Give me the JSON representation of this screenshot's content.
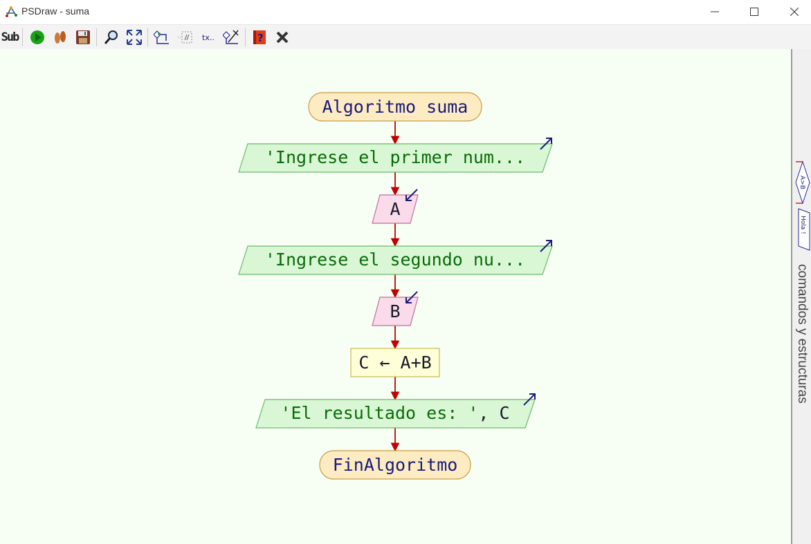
{
  "window": {
    "title": "PSDraw - suma",
    "controls": [
      "minimize",
      "maximize",
      "close"
    ]
  },
  "toolbar": {
    "items": [
      {
        "name": "subprocess-button",
        "label": "Sub",
        "icon": "sub-text-icon"
      },
      {
        "name": "run-button",
        "icon": "play-icon"
      },
      {
        "name": "step-button",
        "icon": "footprints-icon"
      },
      {
        "name": "save-button",
        "icon": "floppy-disk-icon"
      },
      {
        "name": "zoom-button",
        "icon": "magnifier-icon"
      },
      {
        "name": "fit-button",
        "icon": "expand-arrows-icon"
      },
      {
        "name": "flowchart-style-button",
        "icon": "flowchart-arrows-icon"
      },
      {
        "name": "comment-button",
        "icon": "dotted-box-icon"
      },
      {
        "name": "text-button",
        "icon": "text-icon",
        "label": "tx.."
      },
      {
        "name": "delete-arrow-button",
        "icon": "crossed-flow-icon"
      },
      {
        "name": "help-button",
        "icon": "question-book-icon"
      },
      {
        "name": "close-diagram-button",
        "icon": "x-icon"
      }
    ]
  },
  "flowchart": {
    "start": "Algoritmo suma",
    "steps": [
      {
        "type": "output",
        "text": "'Ingrese el primer num..."
      },
      {
        "type": "input",
        "text": "A"
      },
      {
        "type": "output",
        "text": "'Ingrese el segundo nu..."
      },
      {
        "type": "input",
        "text": "B"
      },
      {
        "type": "assign",
        "text": "C ← A+B"
      },
      {
        "type": "output",
        "text_string": "'El resultado es: '",
        "text_sep": ", ",
        "text_var": "C"
      }
    ],
    "end": "FinAlgoritmo"
  },
  "side_panel": {
    "title": "comandos y estructuras",
    "tool_labels": [
      "A>B",
      "Hola !"
    ]
  },
  "colors": {
    "terminal_fill": "#fdebc2",
    "terminal_stroke": "#c89b45",
    "output_fill": "#d9f7d4",
    "output_stroke": "#6cb86a",
    "input_fill": "#fadbea",
    "input_stroke": "#c46b9d",
    "assign_fill": "#fefed8",
    "assign_stroke": "#c7b84e",
    "arrow": "#c00000",
    "keyword_text": "#1a1a7a",
    "string_text": "#0a6a0a",
    "canvas_bg": "#f7fff4"
  }
}
